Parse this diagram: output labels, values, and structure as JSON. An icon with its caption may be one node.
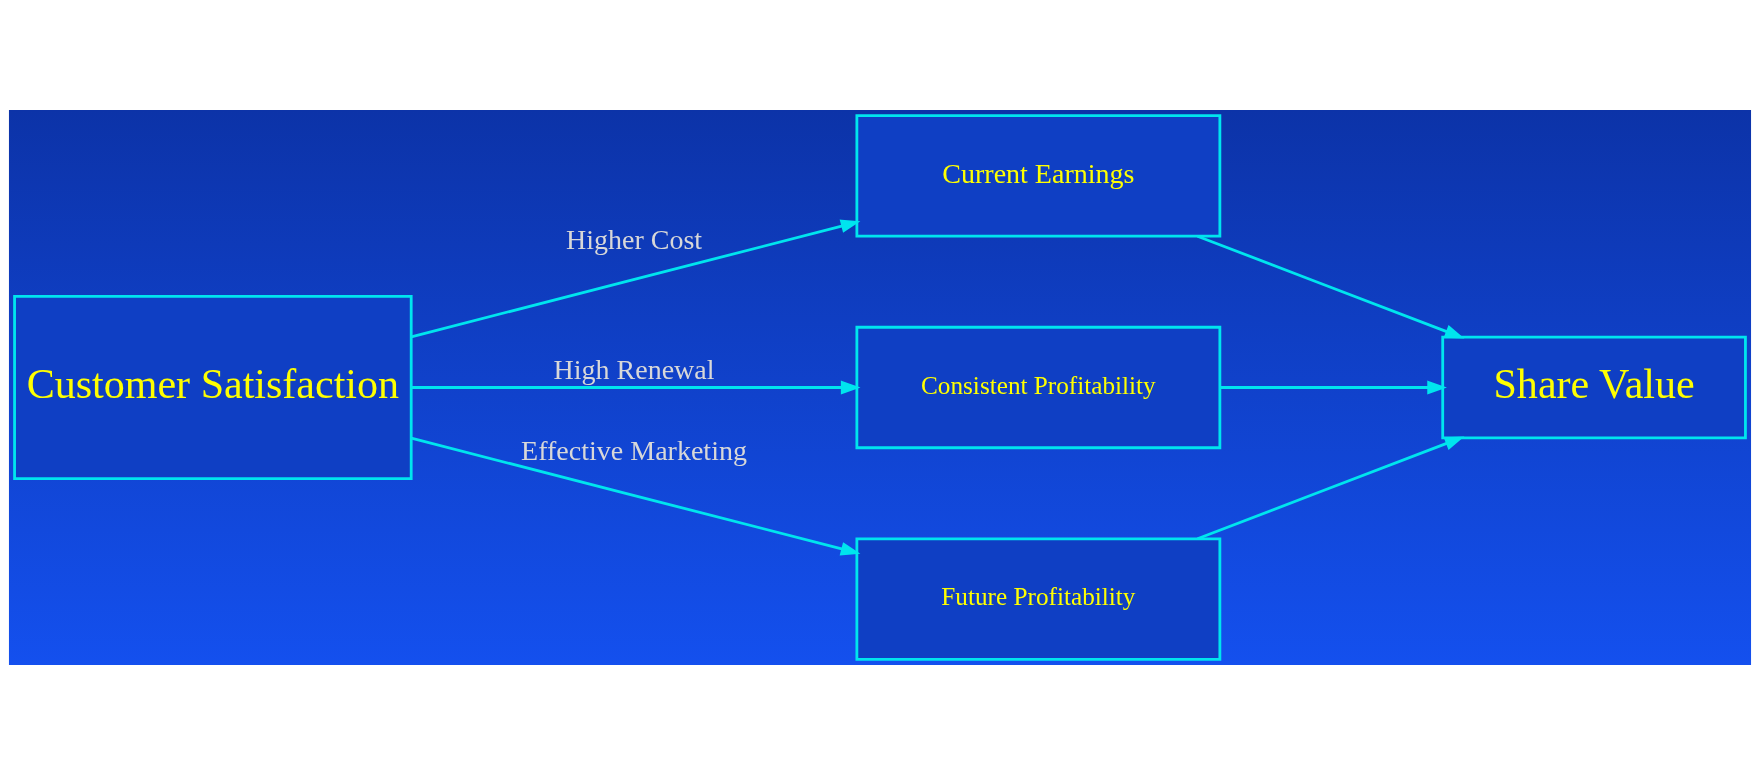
{
  "diagram": {
    "nodes": [
      {
        "text": [
          "Customer Satisfaction"
        ]
      },
      {
        "text": [
          "Current Earnings"
        ]
      },
      {
        "text": [
          "Consistent Profitability"
        ]
      },
      {
        "text": [
          "Future Profitability"
        ]
      },
      {
        "text": [
          "Share Value"
        ]
      }
    ],
    "edges": [
      {
        "from": 0,
        "to": 1,
        "arrow": "to",
        "label": "Higher Cost"
      },
      {
        "from": 0,
        "to": 2,
        "arrow": "to",
        "label": "High Renewal"
      },
      {
        "from": 0,
        "to": 3,
        "arrow": "to",
        "label": "Effective Marketing"
      },
      {
        "from": 1,
        "to": 4,
        "arrow": "to"
      },
      {
        "from": 2,
        "to": 4,
        "arrow": "to"
      },
      {
        "from": 3,
        "to": 4,
        "arrow": "to"
      }
    ]
  }
}
